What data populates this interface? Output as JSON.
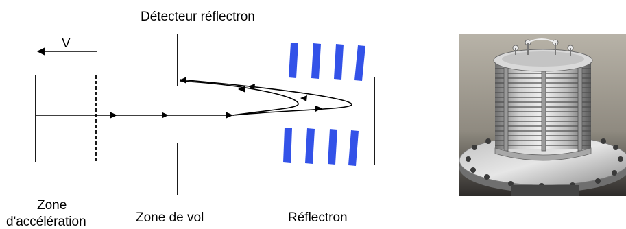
{
  "labels": {
    "detector": "Détecteur réflectron",
    "velocity": "V",
    "zone_acceleration_line1": "Zone",
    "zone_acceleration_line2": "d'accélération",
    "zone_vol": "Zone de vol",
    "reflectron": "Réflectron"
  },
  "colors": {
    "reflectron_plate": "#3352e8",
    "line": "#000000"
  },
  "photo": {
    "subject": "reflectron-photo"
  }
}
